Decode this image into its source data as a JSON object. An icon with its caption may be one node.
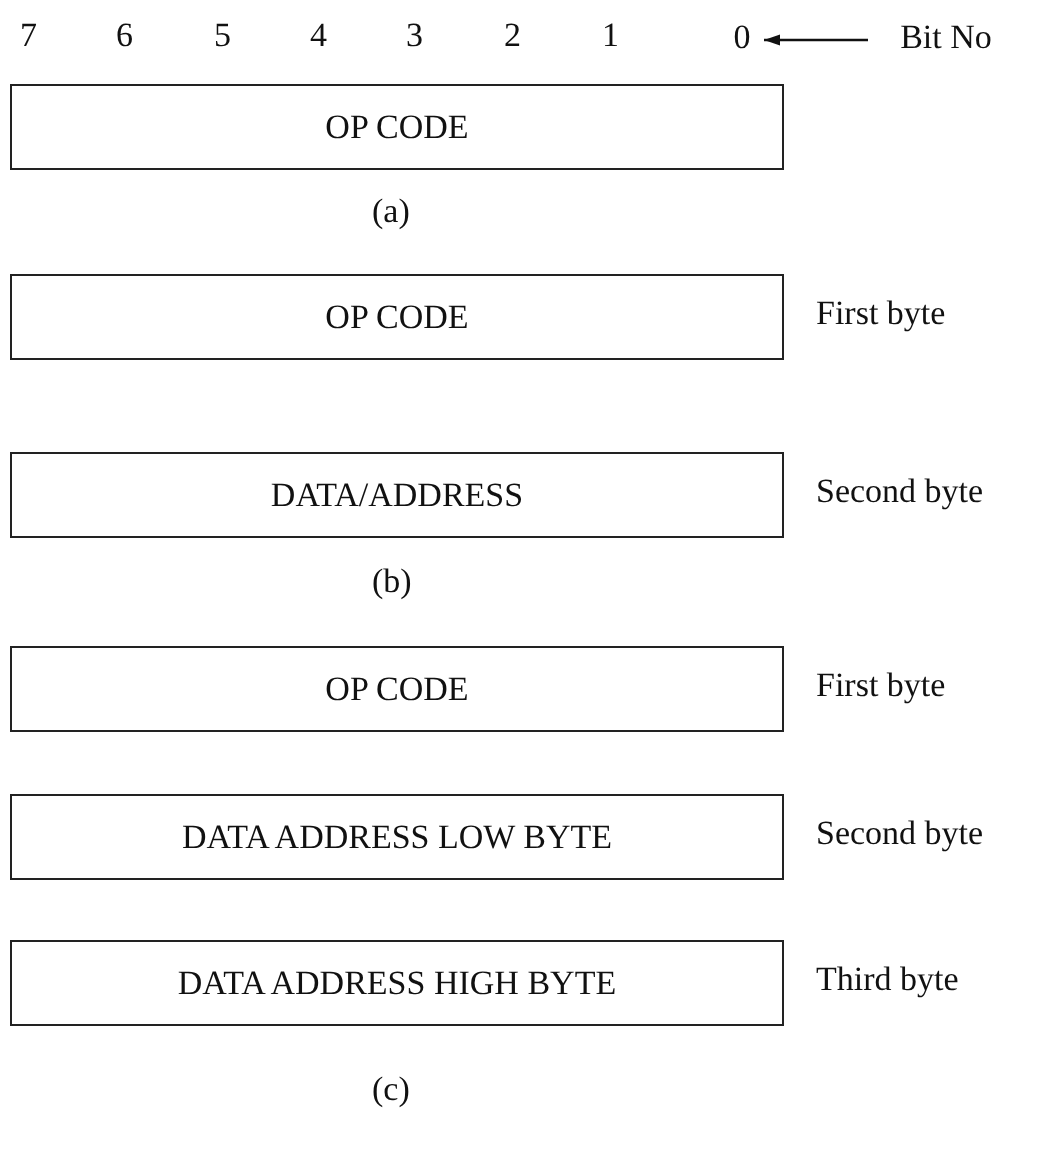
{
  "diagram": {
    "nodes": [
      {
        "text": [
          "0"
        ]
      },
      {
        "text": [
          "Bit No"
        ]
      },
      {
        "text": [
          "OP CODE"
        ]
      },
      {
        "text": [
          "OP CODE"
        ],
        "beside": [
          "First byte"
        ]
      },
      {
        "text": [
          "DATA/ADDRESS"
        ],
        "beside": [
          "Second byte"
        ]
      },
      {
        "text": [
          "OP CODE"
        ],
        "beside": [
          "First byte"
        ]
      },
      {
        "text": [
          "DATA ADDRESS LOW BYTE"
        ],
        "beside": [
          "Second byte"
        ]
      },
      {
        "text": [
          "DATA ADDRESS HIGH BYTE"
        ],
        "beside": [
          "Third byte"
        ]
      }
    ],
    "edges": [
      {
        "from": 1,
        "to": 0,
        "arrow": "to"
      }
    ],
    "labels": [
      "7",
      "6",
      "5",
      "4",
      "3",
      "2",
      "1",
      "(a)",
      "(b)",
      "(c)"
    ]
  }
}
